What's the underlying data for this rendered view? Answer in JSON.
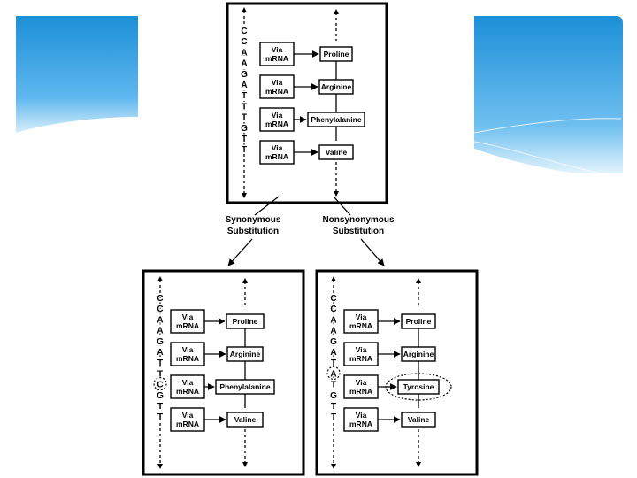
{
  "colors": {
    "deco_top": "#1c8fd8",
    "deco_bottom": "#d8eefa",
    "frame": "#000000"
  },
  "diagram": {
    "panels": [
      {
        "id": "original",
        "bases": [
          "C",
          "C",
          "A",
          "A",
          "G",
          "A",
          "T",
          "T",
          "T",
          "G",
          "T",
          "T"
        ],
        "rows": [
          {
            "via": "Via",
            "mrna": "mRNA",
            "amino_acid": "Proline"
          },
          {
            "via": "Via",
            "mrna": "mRNA",
            "amino_acid": "Arginine"
          },
          {
            "via": "Via",
            "mrna": "mRNA",
            "amino_acid": "Phenylalanine"
          },
          {
            "via": "Via",
            "mrna": "mRNA",
            "amino_acid": "Valine"
          }
        ]
      },
      {
        "id": "synonymous",
        "bases": [
          "C",
          "C",
          "A",
          "A",
          "G",
          "A",
          "T",
          "T",
          "C",
          "G",
          "T",
          "T"
        ],
        "mutated_index": 8,
        "rows": [
          {
            "via": "Via",
            "mrna": "mRNA",
            "amino_acid": "Proline"
          },
          {
            "via": "Via",
            "mrna": "mRNA",
            "amino_acid": "Arginine"
          },
          {
            "via": "Via",
            "mrna": "mRNA",
            "amino_acid": "Phenylalanine"
          },
          {
            "via": "Via",
            "mrna": "mRNA",
            "amino_acid": "Valine"
          }
        ]
      },
      {
        "id": "nonsynonymous",
        "bases": [
          "C",
          "C",
          "A",
          "A",
          "G",
          "A",
          "T",
          "A",
          "T",
          "G",
          "T",
          "T"
        ],
        "mutated_index": 7,
        "highlighted_row": 2,
        "rows": [
          {
            "via": "Via",
            "mrna": "mRNA",
            "amino_acid": "Proline"
          },
          {
            "via": "Via",
            "mrna": "mRNA",
            "amino_acid": "Arginine"
          },
          {
            "via": "Via",
            "mrna": "mRNA",
            "amino_acid": "Tyrosine"
          },
          {
            "via": "Via",
            "mrna": "mRNA",
            "amino_acid": "Valine"
          }
        ]
      }
    ],
    "labels": {
      "synonymous_line1": "Synonymous",
      "synonymous_line2": "Substitution",
      "nonsynonymous_line1": "Nonsynonymous",
      "nonsynonymous_line2": "Substitution"
    }
  }
}
